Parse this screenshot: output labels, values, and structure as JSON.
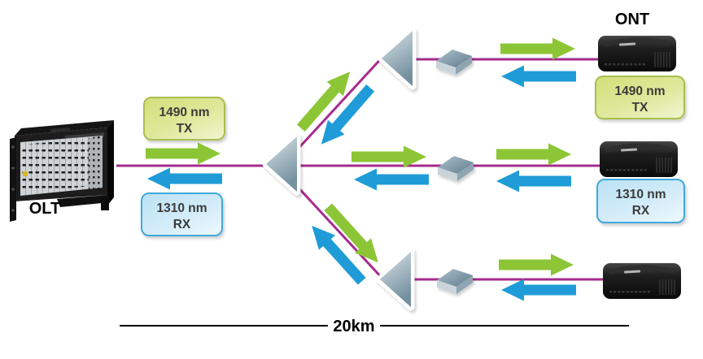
{
  "diagram": {
    "olt_label": "OLT",
    "ont_label": "ONT",
    "distance_label": "20km",
    "downstream": {
      "wavelength": "1490 nm",
      "mode": "TX"
    },
    "upstream": {
      "wavelength": "1310 nm",
      "mode": "RX"
    }
  },
  "colors": {
    "downstream-green": "#8CC636",
    "upstream-blue": "#1F9CD7",
    "fiber-magenta": "#A62B8D",
    "tx-box-border": "#A9BF4F",
    "rx-box-border": "#3FA9DC",
    "label-text": "#3B3B3B",
    "distance-line": "#000000"
  }
}
